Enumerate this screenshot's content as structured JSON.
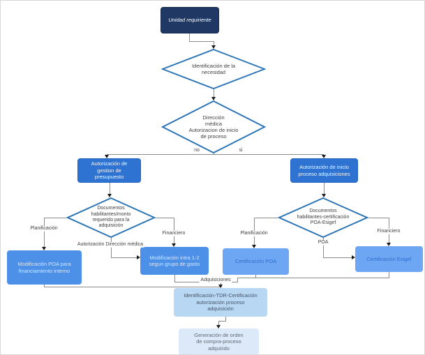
{
  "diagram": {
    "type": "flowchart",
    "nodes": {
      "unidad_requiriente": {
        "label": "Unidad requiriente",
        "shape": "rounded-rect",
        "color": "#1f3864"
      },
      "identificacion_necesidad": {
        "label": "Identificación de la\nnecesidad",
        "shape": "diamond",
        "color": "#ffffff"
      },
      "direccion_medica": {
        "label": "Dirección\nmédica\nAutorizacion de inicio\nde proceso",
        "shape": "diamond",
        "color": "#ffffff"
      },
      "autorizacion_gestion": {
        "label": "Autorización de\ngestion de\npresupuesto",
        "shape": "rect",
        "color": "#2e73d2"
      },
      "autorizacion_inicio": {
        "label": "Autorización de inicio\nproceso adquisiciones",
        "shape": "rect",
        "color": "#2e73d2"
      },
      "documentos_monto": {
        "label": "Documentos\nhabilitantes/monto\nrequerido para la\nadquisición",
        "shape": "diamond",
        "color": "#ffffff"
      },
      "documentos_certificacion": {
        "label": "Documentos\nhabilitantes-certificación\nPOA-Esigef",
        "shape": "diamond",
        "color": "#ffffff"
      },
      "modificacion_poa": {
        "label": "Modificación POA para\nfinanciamiento interno",
        "shape": "rect",
        "color": "#4c90e8"
      },
      "modificacion_intra": {
        "label": "Modificación intra 1-2\nsegun grupo de gasto",
        "shape": "rect",
        "color": "#4c90e8"
      },
      "certificacion_poa": {
        "label": "Certificación POA",
        "shape": "rect",
        "color": "#6da6f2"
      },
      "certificacion_esigef": {
        "label": "Certificación Esigef",
        "shape": "rect",
        "color": "#6da6f2"
      },
      "identificacion_tdr": {
        "label": "Identificación-TDR-Certificación\nautorización proceso\nadquisición",
        "shape": "rect",
        "color": "#b7d7f2"
      },
      "generacion_orden": {
        "label": "Generación de orden\nde compra-proceso\nadquirido",
        "shape": "rect",
        "color": "#dbe9f8"
      }
    },
    "edge_labels": {
      "no": "no",
      "si": "si",
      "planificacion_left": "Planificación",
      "financiero_left": "Financiero",
      "autorizacion_direccion_medica": "Autorización Dirección médica",
      "planificacion_right": "Planificación",
      "poa": "POA",
      "financiero_right": "Financiero",
      "adquisiciones": "Adquisiciones"
    },
    "colors": {
      "navy": "#1f3864",
      "medium_blue": "#2e73d2",
      "bright_blue": "#4c90e8",
      "light_blue": "#6da6f2",
      "pale_blue": "#b7d7f2",
      "palest_blue": "#dbe9f8",
      "diamond_border": "#2e75b6",
      "connector_gray": "#8a8a8a",
      "arrow_black": "#1a1a1a"
    }
  }
}
